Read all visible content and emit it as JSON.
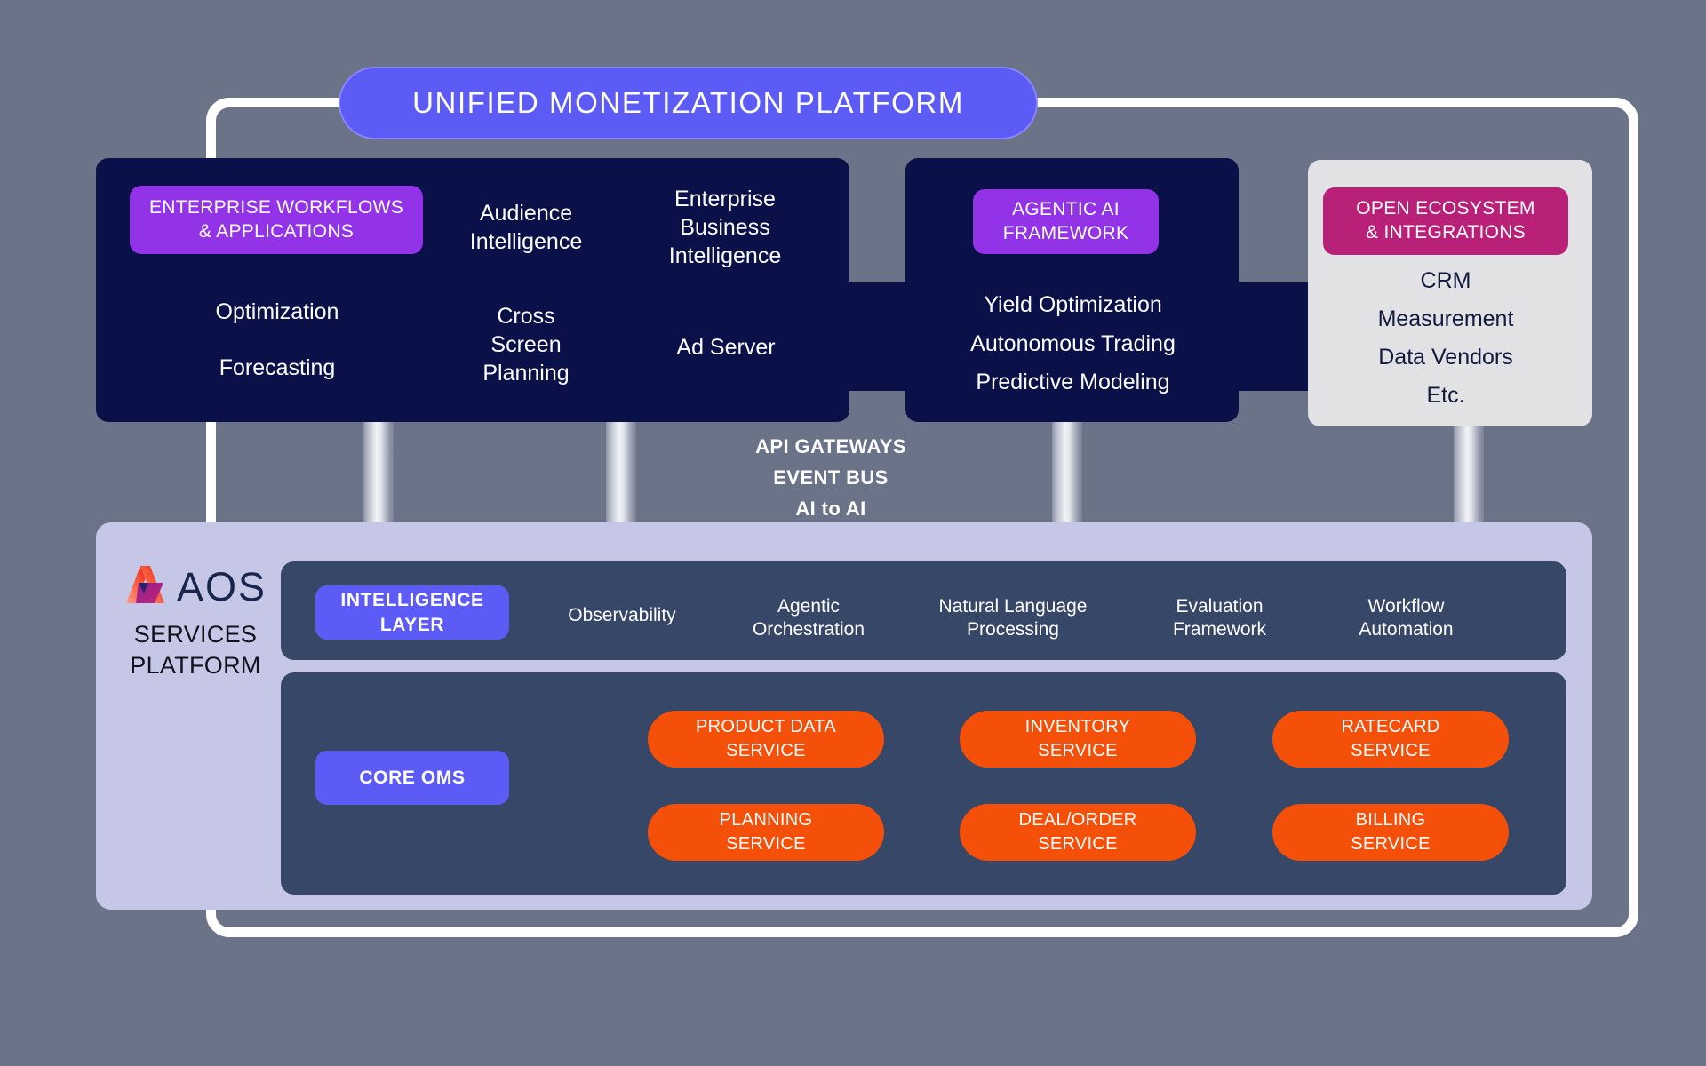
{
  "title": {
    "text": "UNIFIED MONETIZATION PLATFORM"
  },
  "colors": {
    "background": "#6b7389",
    "frame": "#ffffff",
    "title_pill": "#5d5bf5",
    "panel_dark": "#0a1048",
    "panel_light": "#e2e2e4",
    "chip_purple": "#9333e8",
    "chip_magenta": "#b92078",
    "aos_card": "#c6c7e6",
    "row_dark": "#374767",
    "tag_blue": "#5d5bf5",
    "service_orange": "#f4500a",
    "logo_red": "#f5271c",
    "logo_magenta": "#b7207f",
    "logo_navy": "#1b2a63"
  },
  "panels": {
    "workflows": {
      "chip": "ENTERPRISE WORKFLOWS\n& APPLICATIONS",
      "items": {
        "audience": "Audience\nIntelligence",
        "ebi": "Enterprise\nBusiness\nIntelligence",
        "optimization": "Optimization",
        "forecasting": "Forecasting",
        "cross_screen": "Cross\nScreen\nPlanning",
        "ad_server": "Ad Server"
      }
    },
    "agentic": {
      "chip": "AGENTIC AI\nFRAMEWORK",
      "items": {
        "yield": "Yield Optimization",
        "autonomous": "Autonomous Trading",
        "predictive": "Predictive Modeling"
      }
    },
    "ecosystem": {
      "chip": "OPEN ECOSYSTEM\n& INTEGRATIONS",
      "items": {
        "crm": "CRM",
        "measurement": "Measurement",
        "data_vendors": "Data Vendors",
        "etc": "Etc."
      }
    }
  },
  "bus": {
    "lines": "API GATEWAYS\nEVENT BUS\nAI to AI"
  },
  "aos": {
    "logo_word": "AOS",
    "logo_sub": "SERVICES\nPLATFORM",
    "intelligence": {
      "tag": "INTELLIGENCE\nLAYER",
      "items": [
        "Observability",
        "Agentic\nOrchestration",
        "Natural Language\nProcessing",
        "Evaluation\nFramework",
        "Workflow\nAutomation"
      ]
    },
    "core_oms": {
      "tag": "CORE OMS",
      "services": [
        "PRODUCT DATA\nSERVICE",
        "INVENTORY\nSERVICE",
        "RATECARD\nSERVICE",
        "PLANNING\nSERVICE",
        "DEAL/ORDER\nSERVICE",
        "BILLING\nSERVICE"
      ]
    }
  }
}
